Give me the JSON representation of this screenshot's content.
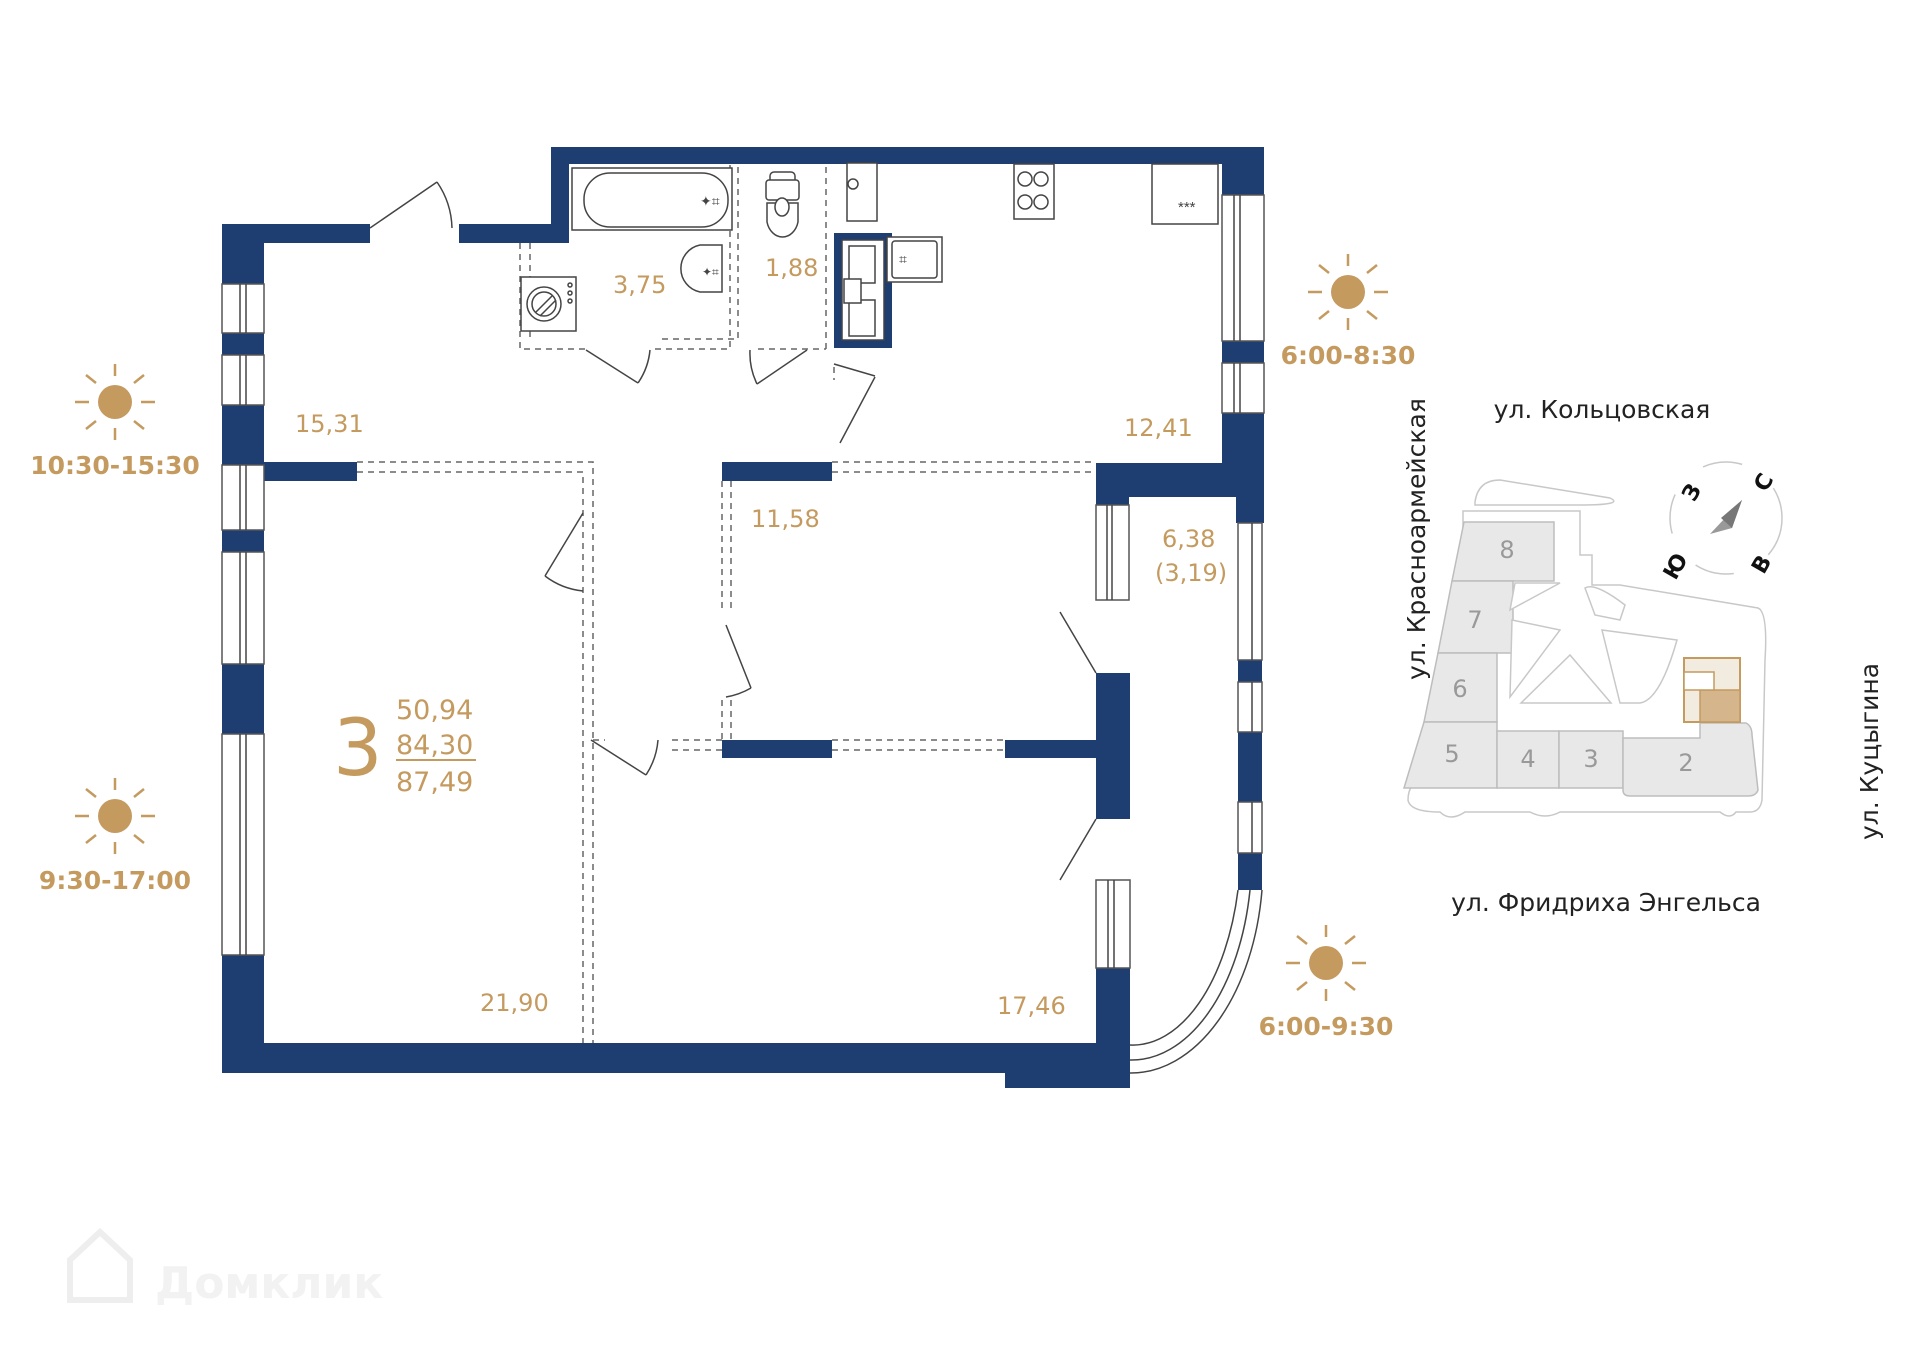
{
  "apartment": {
    "rooms_count": "3",
    "living_area": "50,94",
    "total_area": "84,30",
    "total_area_with_balcony": "87,49"
  },
  "rooms": [
    {
      "id": "hallway",
      "area": "15,31"
    },
    {
      "id": "bathroom",
      "area": "3,75"
    },
    {
      "id": "toilet",
      "area": "1,88"
    },
    {
      "id": "kitchen",
      "area": "12,41"
    },
    {
      "id": "corridor",
      "area": "11,58"
    },
    {
      "id": "balcony",
      "area": "6,38",
      "area_coef": "(3,19)"
    },
    {
      "id": "bedroom-left",
      "area": "21,90"
    },
    {
      "id": "bedroom-right",
      "area": "17,46"
    }
  ],
  "sun_exposure": [
    {
      "side": "west-upper",
      "time": "10:30-15:30"
    },
    {
      "side": "west-lower",
      "time": "9:30-17:00"
    },
    {
      "side": "east-upper",
      "time": "6:00-8:30"
    },
    {
      "side": "east-lower",
      "time": "6:00-9:30"
    }
  ],
  "site_plan": {
    "streets": {
      "north": "ул. Кольцовская",
      "west": "ул. Красноармейская",
      "south": "ул. Фридриха Энгельса",
      "east": "ул. Куцыгина"
    },
    "buildings": [
      "8",
      "7",
      "6",
      "5",
      "4",
      "3",
      "2"
    ],
    "highlighted_building": "2",
    "compass": {
      "north": "С",
      "south": "Ю",
      "east": "В",
      "west": "З"
    }
  },
  "colors": {
    "wall": "#1e3d70",
    "accent": "#c49a5f",
    "building_fill": "#e8e8e8",
    "highlight": "#d4b58c"
  },
  "watermark": {
    "text": "Домклик"
  }
}
